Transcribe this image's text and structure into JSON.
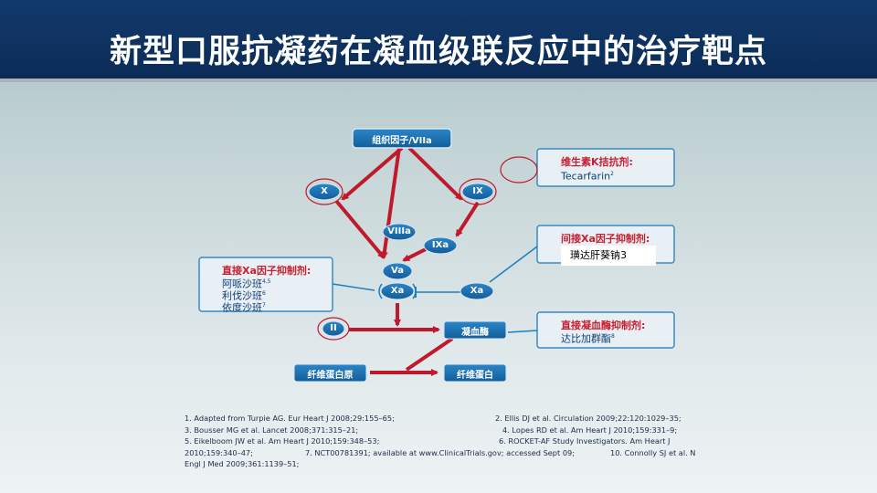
{
  "slide": {
    "title": "新型口服抗凝药在凝血级联反应中的治疗靶点"
  },
  "diagram": {
    "nodes": {
      "tf": "组织因子/VIIa",
      "x": "X",
      "ix": "IX",
      "viiia": "VIIIa",
      "ixa": "IXa",
      "va": "Va",
      "xa": "Xa",
      "xa_indirect": "Xa",
      "ii": "II",
      "thrombin": "凝血酶",
      "fibrinogen": "纤维蛋白原",
      "fibrin": "纤维蛋白"
    },
    "boxes": {
      "vitk": {
        "heading": "维生素K拮抗剂:",
        "drug": "Tecarfarin",
        "drug_ref": "2"
      },
      "indirect_xa": {
        "heading": "间接Xa因子抑制剂:",
        "overlay": "璜达肝葵钠3"
      },
      "direct_xa": {
        "heading": "直接Xa因子抑制剂:",
        "drugs": [
          {
            "name": "阿哌沙班",
            "ref": "4,5"
          },
          {
            "name": "利伐沙班",
            "ref": "6"
          },
          {
            "name": "依度沙班",
            "ref": "7"
          }
        ]
      },
      "direct_thrombin": {
        "heading": "直接凝血酶抑制剂:",
        "drug": "达比加群酯",
        "drug_ref": "8"
      }
    }
  },
  "references": {
    "r1": "1. Adapted from Turpie AG. Eur Heart J 2008;29:155–65;",
    "r2": "2. Ellis DJ et al. Circulation 2009;22:120:1029–35;",
    "r3": "3. Bousser MG et al. Lancet 2008;371:315–21;",
    "r4": "4. Lopes RD et al. Am Heart J 2010;159:331–9;",
    "r5": "5. Eikelboom JW et al. Am Heart J 2010;159:348–53;",
    "r6": "6. ROCKET-AF Study Investigators. Am Heart J",
    "r6b": "2010;159:340–47;",
    "r7": "7. NCT00781391; available at www.ClinicalTrials.gov; accessed Sept 09;",
    "r10": "10. Connolly SJ et al. N",
    "r10b": "Engl J Med 2009;361:1139–51;"
  },
  "colors": {
    "header": "#0c2c57",
    "node": "#1a6fb0",
    "arrow": "#c0192c",
    "inhibitor_line": "#1b7fc0",
    "drug_heading": "#c81f2f",
    "drug_text": "#0f3f78"
  }
}
